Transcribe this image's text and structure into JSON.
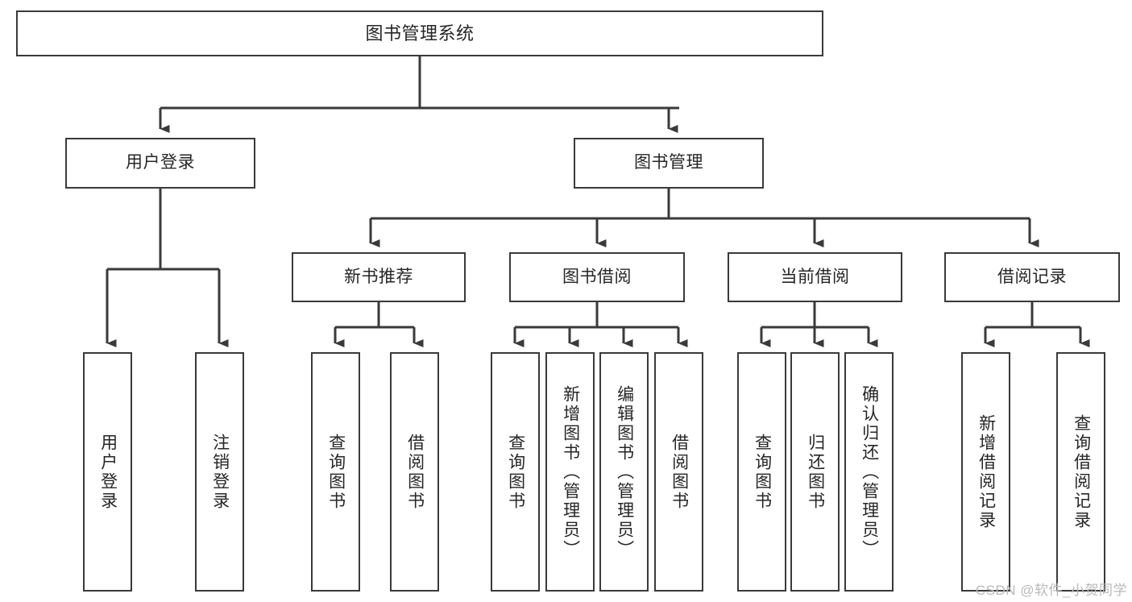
{
  "diagram": {
    "title": "图书管理系统",
    "type": "tree-hierarchy-diagram",
    "colors": {
      "box_border": "#3a3a3a",
      "box_fill": "#ffffff",
      "line": "#3a3a3a",
      "text": "#262626",
      "watermark": "#b9b9b9",
      "background": "#ffffff"
    },
    "nodes": {
      "root": {
        "label": "图书管理系统"
      },
      "level1": [
        {
          "label": "用户登录"
        },
        {
          "label": "图书管理"
        }
      ],
      "level2": [
        {
          "label": "新书推荐"
        },
        {
          "label": "图书借阅"
        },
        {
          "label": "当前借阅"
        },
        {
          "label": "借阅记录"
        }
      ],
      "leaves_user_login": [
        {
          "label": "用户登录"
        },
        {
          "label": "注销登录"
        }
      ],
      "leaves_new_book": [
        {
          "label": "查询图书"
        },
        {
          "label": "借阅图书"
        }
      ],
      "leaves_borrow": [
        {
          "label": "查询图书"
        },
        {
          "label": "新增图书（管理员）"
        },
        {
          "label": "编辑图书（管理员）"
        },
        {
          "label": "借阅图书"
        }
      ],
      "leaves_current": [
        {
          "label": "查询图书"
        },
        {
          "label": "归还图书"
        },
        {
          "label": "确认归还（管理员）"
        }
      ],
      "leaves_records": [
        {
          "label": "新增借阅记录"
        },
        {
          "label": "查询借阅记录"
        }
      ]
    },
    "watermark": "CSDN @软件_小贺同学"
  }
}
